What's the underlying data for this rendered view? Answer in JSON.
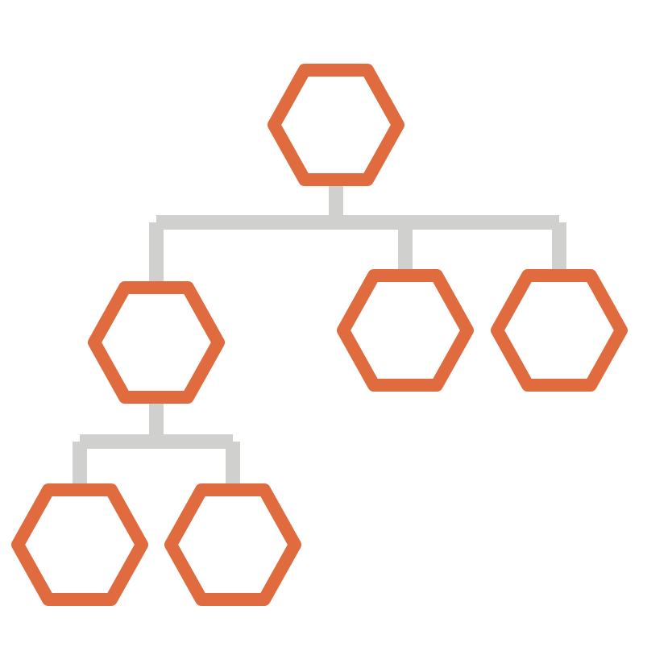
{
  "colors": {
    "node": "#E06B3E",
    "connector": "#D0D0CE",
    "background": "#FFFFFF"
  },
  "diagram": {
    "type": "hierarchy-tree",
    "node_shape": "hexagon",
    "nodes": [
      {
        "id": "root",
        "parent": null
      },
      {
        "id": "child-1",
        "parent": "root"
      },
      {
        "id": "child-2",
        "parent": "root"
      },
      {
        "id": "child-3",
        "parent": "root"
      },
      {
        "id": "grandchild-1",
        "parent": "child-1"
      },
      {
        "id": "grandchild-2",
        "parent": "child-1"
      }
    ]
  }
}
